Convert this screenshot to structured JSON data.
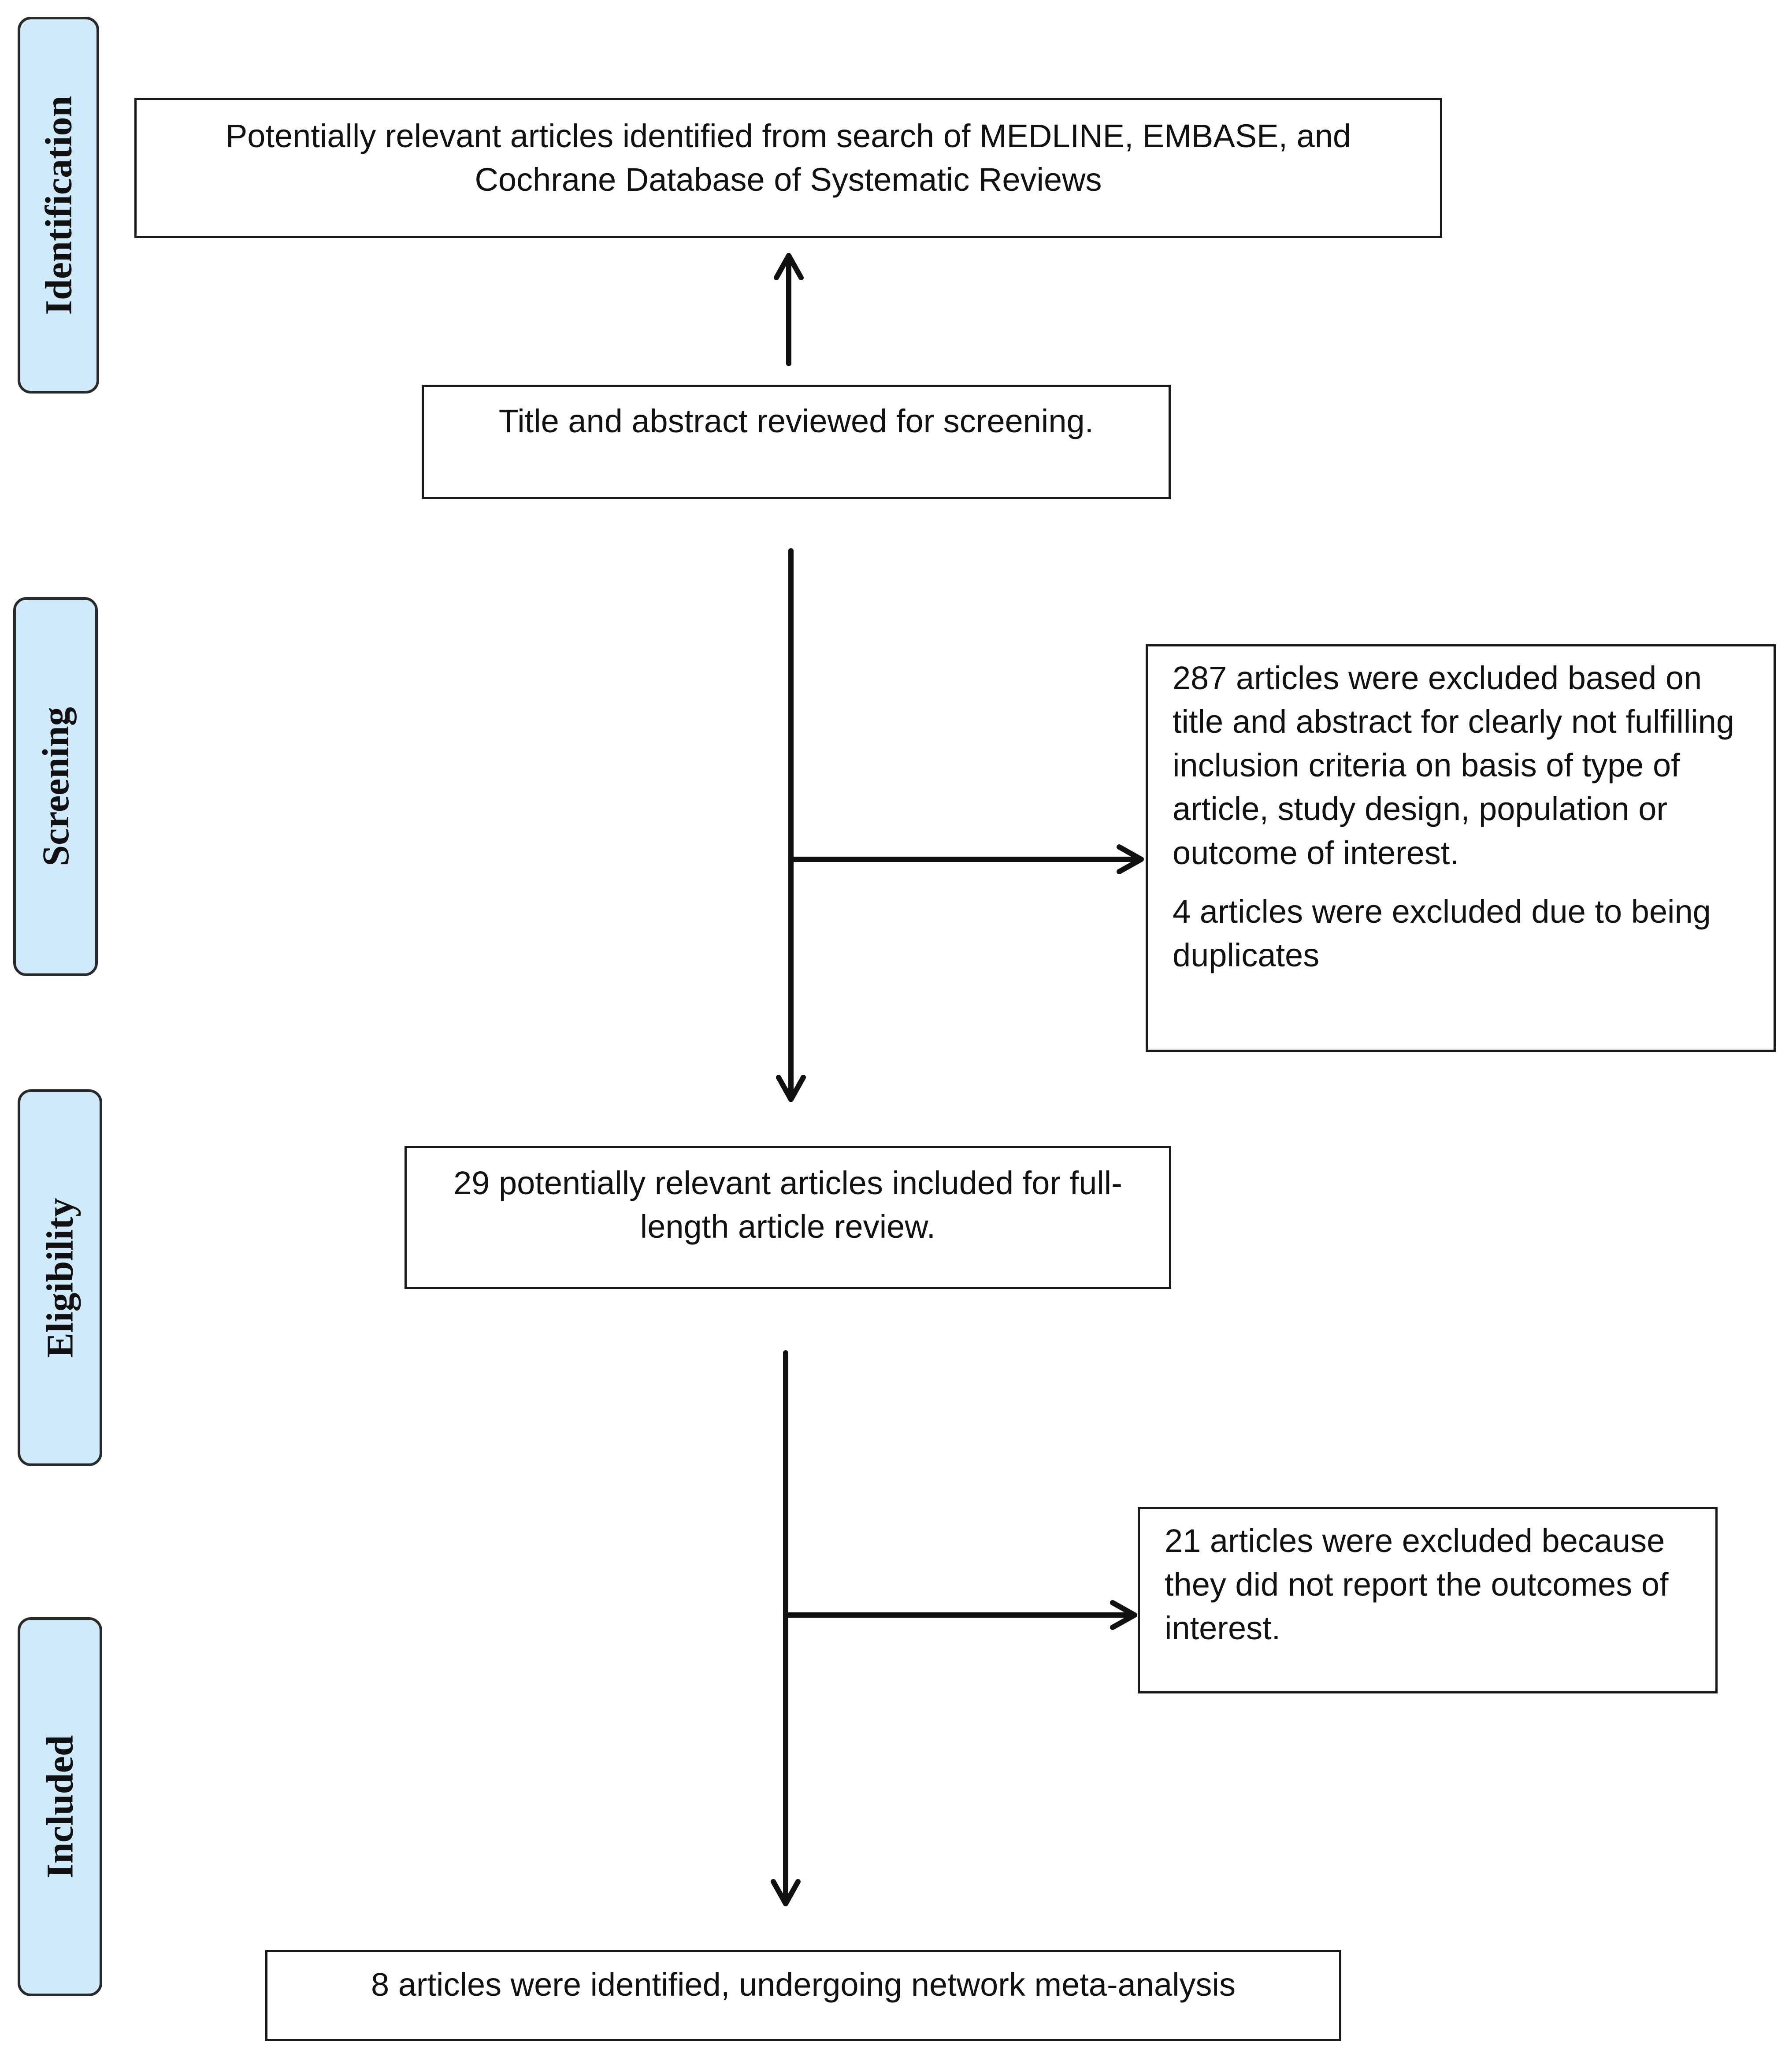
{
  "stages": {
    "identification": "Identification",
    "screening": "Screening",
    "eligibility": "Eligibility",
    "included": "Included"
  },
  "boxes": {
    "identified": "Potentially relevant articles identified from search of MEDLINE, EMBASE, and Cochrane Database of Systematic Reviews",
    "screening": "Title and abstract reviewed for screening.",
    "excluded_screening_1": "287 articles were excluded based on title and abstract for clearly not fulfilling inclusion criteria on basis of type of article, study design, population or outcome of interest.",
    "excluded_screening_2": "4 articles were excluded due to being duplicates",
    "full_text": "29 potentially relevant articles included for full-length article review.",
    "excluded_eligibility": "21 articles were excluded because they did not report the outcomes of interest.",
    "included": "8 articles were identified, undergoing network meta-analysis"
  },
  "colors": {
    "stage_fill": "#cfeafb",
    "stroke": "#1a1a1a",
    "background": "#ffffff"
  }
}
